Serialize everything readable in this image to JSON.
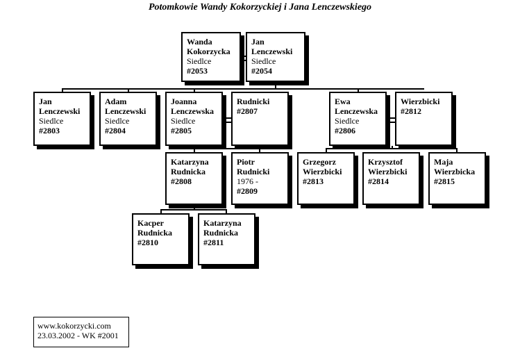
{
  "title": "Potomkowie Wandy Kokorzyckiej i Jana Lenczewskiego",
  "people": {
    "p2053": {
      "name1": "Wanda",
      "name2": "Kokorzycka",
      "place": "Siedlce",
      "id": "#2053"
    },
    "p2054": {
      "name1": "Jan",
      "name2": "Lenczewski",
      "place": "Siedlce",
      "id": "#2054"
    },
    "p2803": {
      "name1": "Jan",
      "name2": "Lenczewski",
      "place": "Siedlce",
      "id": "#2803"
    },
    "p2804": {
      "name1": "Adam",
      "name2": "Lenczewski",
      "place": "Siedlce",
      "id": "#2804"
    },
    "p2805": {
      "name1": "Joanna",
      "name2": "Lenczewska",
      "place": "Siedlce",
      "id": "#2805"
    },
    "p2807": {
      "name1": "Rudnicki",
      "id": "#2807"
    },
    "p2806": {
      "name1": "Ewa",
      "name2": "Lenczewska",
      "place": "Siedlce",
      "id": "#2806"
    },
    "p2812": {
      "name1": "Wierzbicki",
      "id": "#2812"
    },
    "p2808": {
      "name1": "Katarzyna",
      "name2": "Rudnicka",
      "id": "#2808"
    },
    "p2809": {
      "name1": "Piotr",
      "name2": "Rudnicki",
      "place": "1976 -",
      "id": "#2809"
    },
    "p2813": {
      "name1": "Grzegorz",
      "name2": "Wierzbicki",
      "id": "#2813"
    },
    "p2814": {
      "name1": "Krzysztof",
      "name2": "Wierzbicki",
      "id": "#2814"
    },
    "p2815": {
      "name1": "Maja",
      "name2": "Wierzbicka",
      "id": "#2815"
    },
    "p2810": {
      "name1": "Kacper",
      "name2": "Rudnicka",
      "id": "#2810"
    },
    "p2811": {
      "name1": "Katarzyna",
      "name2": "Rudnicka",
      "id": "#2811"
    }
  },
  "footer": {
    "site": "www.kokorzycki.com",
    "date": "23.03.2002 - WK #2001"
  }
}
